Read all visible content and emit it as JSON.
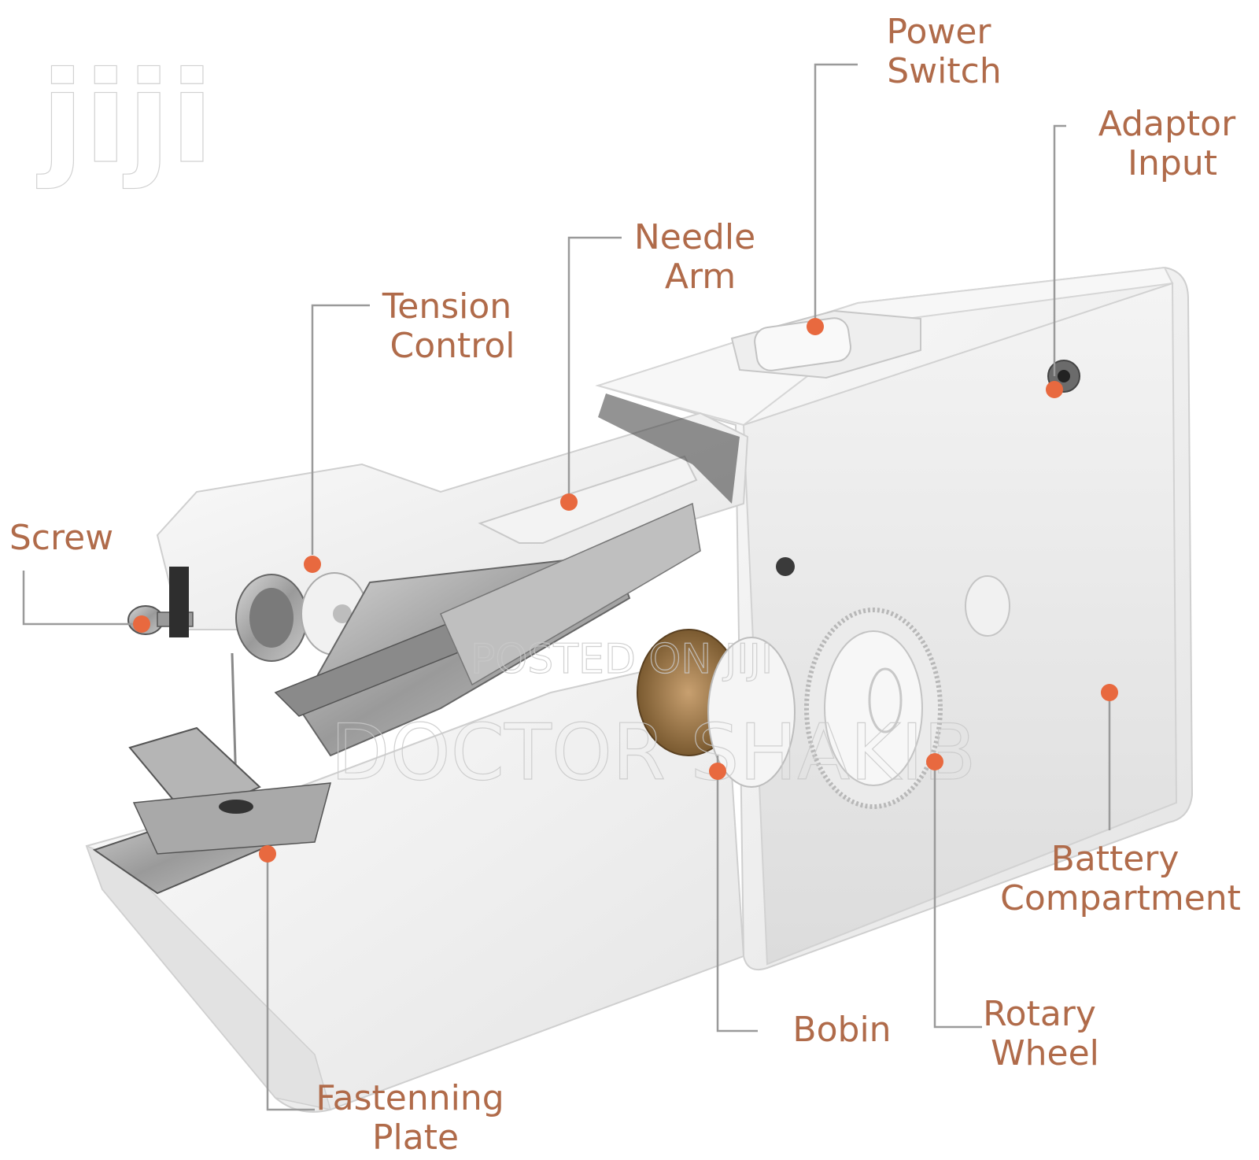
{
  "watermark_logo": "jiji",
  "watermark_posted": "POSTED ON JIJI",
  "watermark_seller": "DOCTOR SHAKIB",
  "colors": {
    "label": "#b06b4a",
    "dot": "#e8693f",
    "leader": "#9a9a9a",
    "body": "#f2f2f2"
  },
  "labels": {
    "power_switch": [
      "Power",
      "Switch"
    ],
    "adaptor_input": [
      "Adaptor",
      "Input"
    ],
    "needle_arm": [
      "Needle",
      "Arm"
    ],
    "tension_control": [
      "Tension",
      "Control"
    ],
    "screw": [
      "Screw"
    ],
    "battery_compartment": [
      "Battery",
      "Compartment"
    ],
    "bobin": [
      "Bobin"
    ],
    "rotary_wheel": [
      "Rotary",
      "Wheel"
    ],
    "fastenning_plate": [
      "Fastenning",
      "Plate"
    ]
  }
}
